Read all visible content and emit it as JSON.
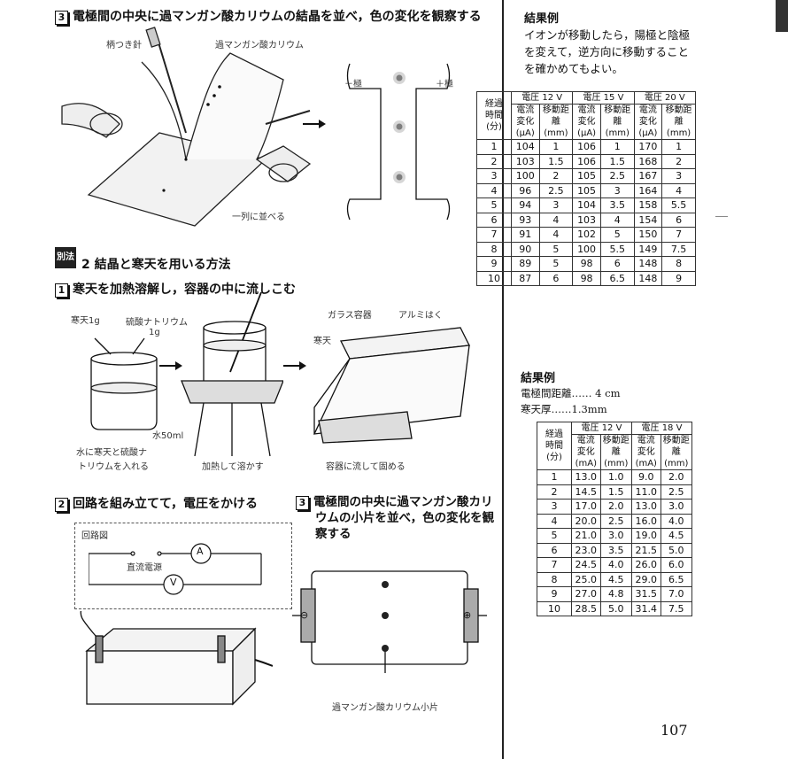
{
  "step3_top": {
    "num": "3",
    "title": "電極間の中央に過マンガン酸カリウムの結晶を並べ，色の変化を観察する"
  },
  "fig_top_labels": {
    "needle": "柄つき針",
    "crystal": "過マンガン酸カリウム",
    "line_up": "一列に並べる",
    "neg": "－極",
    "pos": "＋極"
  },
  "method2": {
    "badge": "別法",
    "title": "2 結晶と寒天を用いる方法"
  },
  "step1": {
    "num": "1",
    "title": "寒天を加熱溶解し，容器の中に流しこむ"
  },
  "fig1_labels": {
    "agar": "寒天1g",
    "sodium": "硫酸ナトリウム",
    "sodium_g": "1g",
    "water": "水50ml",
    "caption1a": "水に寒天と硫酸ナ",
    "caption1b": "トリウムを入れる",
    "caption2": "加熱して溶かす",
    "glass": "ガラス容器",
    "foil": "アルミはく",
    "kanten": "寒天",
    "caption3": "容器に流して固める"
  },
  "step2": {
    "num": "2",
    "title": "回路を組み立てて，電圧をかける"
  },
  "circuit": {
    "title": "回路図",
    "dc": "直流電源",
    "ammeter": "A",
    "voltmeter": "V"
  },
  "step3": {
    "num": "3",
    "title_l1": "電極間の中央に過マンガン酸カリ",
    "title_l2": "ウムの小片を並べ，色の変化を観",
    "title_l3": "察する"
  },
  "fig3_labels": {
    "minus": "⊖",
    "plus": "⊕",
    "caption": "過マンガン酸カリウム小片"
  },
  "result1": {
    "heading": "結果例",
    "text_l1": "イオンが移動したら，陽極と陰極",
    "text_l2": "を変えて，逆方向に移動すること",
    "text_l3": "を確かめてもよい。"
  },
  "table1": {
    "corner": [
      "経過",
      "時間",
      "(分)"
    ],
    "groups": [
      "電圧 12 V",
      "電圧 15 V",
      "電圧 20 V"
    ],
    "sub": [
      "電流変化(μA)",
      "移動距離(mm)"
    ],
    "rows": [
      [
        "1",
        "104",
        "1",
        "106",
        "1",
        "170",
        "1"
      ],
      [
        "2",
        "103",
        "1.5",
        "106",
        "1.5",
        "168",
        "2"
      ],
      [
        "3",
        "100",
        "2",
        "105",
        "2.5",
        "167",
        "3"
      ],
      [
        "4",
        "96",
        "2.5",
        "105",
        "3",
        "164",
        "4"
      ],
      [
        "5",
        "94",
        "3",
        "104",
        "3.5",
        "158",
        "5.5"
      ],
      [
        "6",
        "93",
        "4",
        "103",
        "4",
        "154",
        "6"
      ],
      [
        "7",
        "91",
        "4",
        "102",
        "5",
        "150",
        "7"
      ],
      [
        "8",
        "90",
        "5",
        "100",
        "5.5",
        "149",
        "7.5"
      ],
      [
        "9",
        "89",
        "5",
        "98",
        "6",
        "148",
        "8"
      ],
      [
        "10",
        "87",
        "6",
        "98",
        "6.5",
        "148",
        "9"
      ]
    ]
  },
  "result2": {
    "heading": "結果例",
    "dist": "電極間距離…… 4 cm",
    "thick": "寒天厚……1.3mm"
  },
  "table2": {
    "corner": [
      "経過",
      "時間",
      "(分)"
    ],
    "groups": [
      "電圧 12 V",
      "電圧 18 V"
    ],
    "sub": [
      "電流変化(mA)",
      "移動距離(mm)"
    ],
    "rows": [
      [
        "1",
        "13.0",
        "1.0",
        "9.0",
        "2.0"
      ],
      [
        "2",
        "14.5",
        "1.5",
        "11.0",
        "2.5"
      ],
      [
        "3",
        "17.0",
        "2.0",
        "13.0",
        "3.0"
      ],
      [
        "4",
        "20.0",
        "2.5",
        "16.0",
        "4.0"
      ],
      [
        "5",
        "21.0",
        "3.0",
        "19.0",
        "4.5"
      ],
      [
        "6",
        "23.0",
        "3.5",
        "21.5",
        "5.0"
      ],
      [
        "7",
        "24.5",
        "4.0",
        "26.0",
        "6.0"
      ],
      [
        "8",
        "25.0",
        "4.5",
        "29.0",
        "6.5"
      ],
      [
        "9",
        "27.0",
        "4.8",
        "31.5",
        "7.0"
      ],
      [
        "10",
        "28.5",
        "5.0",
        "31.4",
        "7.5"
      ]
    ]
  },
  "page_number": "107"
}
